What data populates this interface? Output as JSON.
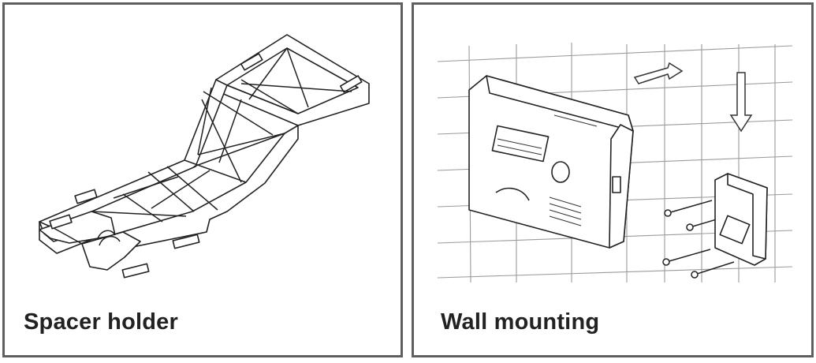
{
  "panels": [
    {
      "caption": "Spacer holder",
      "illustration": "spacer-holder-drawing"
    },
    {
      "caption": "Wall mounting",
      "illustration": "meter-wall-mounting-drawing"
    }
  ]
}
